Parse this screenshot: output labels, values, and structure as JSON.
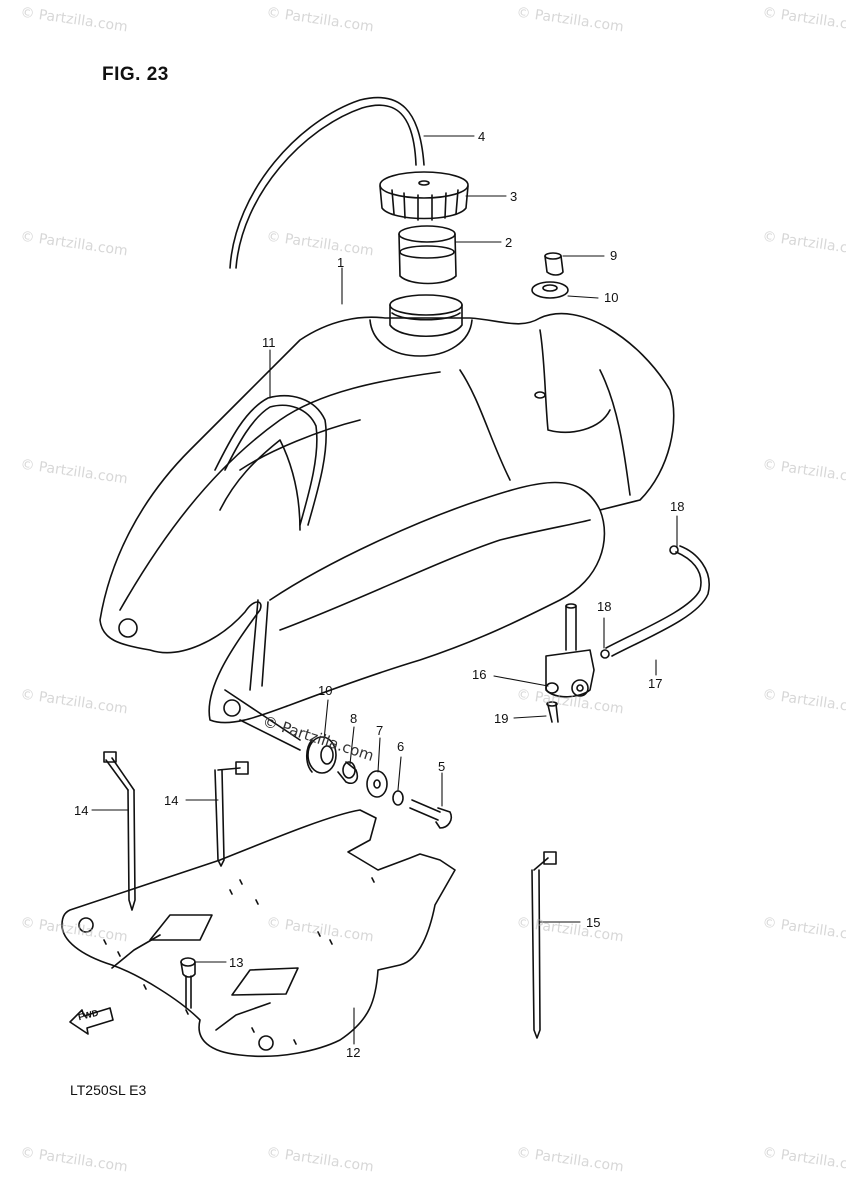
{
  "figure": {
    "title": "FIG. 23",
    "model_code": "LT250SL  E3",
    "direction_mark": "FWD"
  },
  "watermark": {
    "text": "© Partzilla.com"
  },
  "parts": [
    {
      "no": "1",
      "part": "fuel-tank"
    },
    {
      "no": "2",
      "part": "filler-neck-ring"
    },
    {
      "no": "3",
      "part": "fuel-cap"
    },
    {
      "no": "4",
      "part": "breather-hose"
    },
    {
      "no": "5",
      "part": "bolt"
    },
    {
      "no": "6",
      "part": "washer"
    },
    {
      "no": "7",
      "part": "washer"
    },
    {
      "no": "8",
      "part": "spacer"
    },
    {
      "no": "9",
      "part": "spacer"
    },
    {
      "no": "10",
      "part": "cushion"
    },
    {
      "no": "10",
      "part": "cushion"
    },
    {
      "no": "11",
      "part": "band"
    },
    {
      "no": "12",
      "part": "under-plate"
    },
    {
      "no": "13",
      "part": "bolt"
    },
    {
      "no": "14",
      "part": "clamp"
    },
    {
      "no": "14",
      "part": "clamp"
    },
    {
      "no": "15",
      "part": "clamp"
    },
    {
      "no": "16",
      "part": "fuel-cock"
    },
    {
      "no": "17",
      "part": "fuel-hose"
    },
    {
      "no": "18",
      "part": "hose-clip"
    },
    {
      "no": "18",
      "part": "hose-clip"
    },
    {
      "no": "19",
      "part": "screw"
    }
  ],
  "colors": {
    "ink": "#111111",
    "watermark": "#b8b8b8",
    "paper": "#ffffff"
  }
}
